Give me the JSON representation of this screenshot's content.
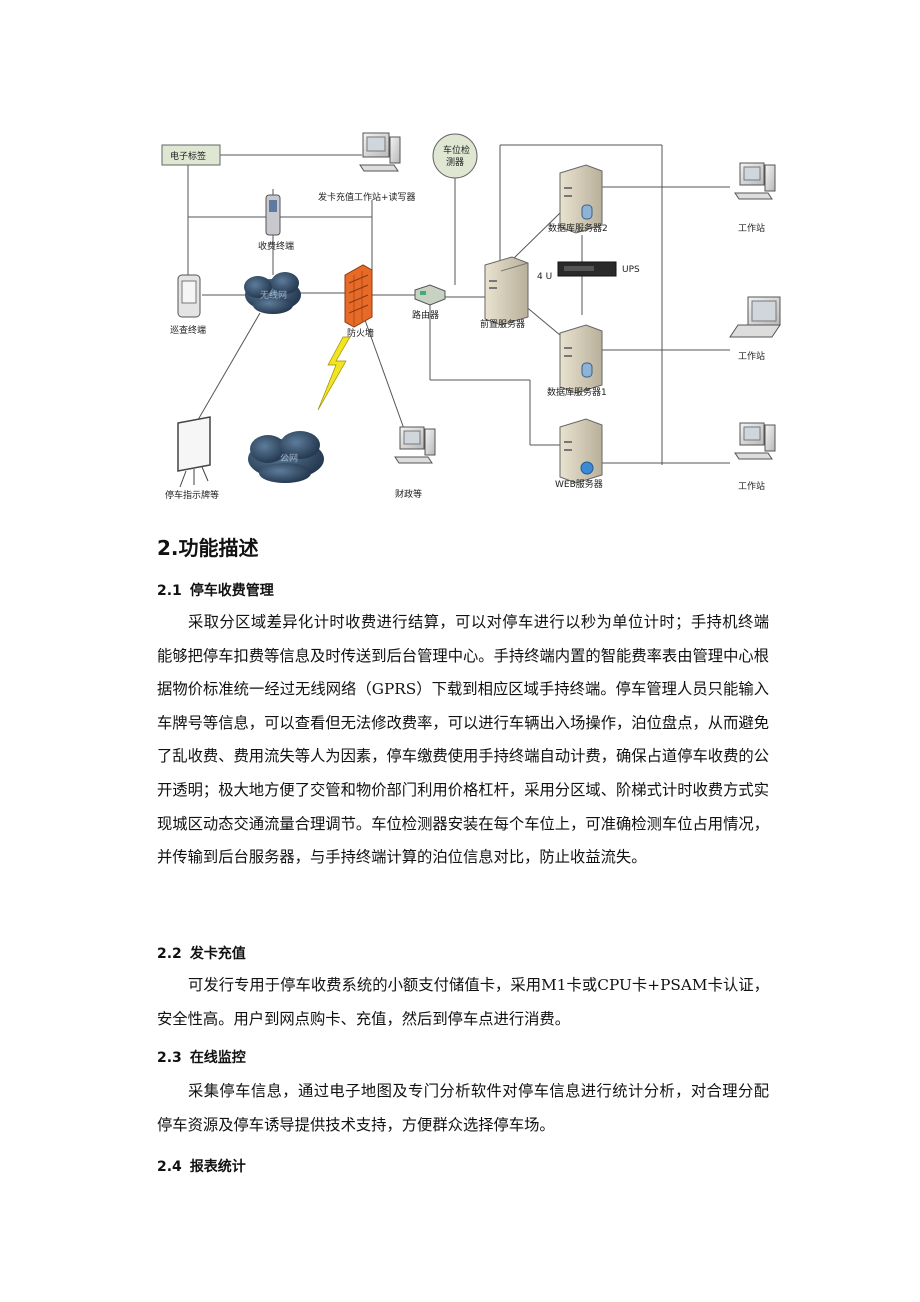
{
  "diagram": {
    "labels": {
      "e_tag": "电子标签",
      "card_station": "发卡充值工作站+读写器",
      "detector": "车位检\n测器",
      "charge_terminal": "收费终端",
      "patrol_terminal": "巡查终端",
      "cloud_left": "无线网",
      "firewall": "防火墙",
      "router": "路由器",
      "front_server": "前置服务器",
      "u4": "4 U",
      "db2": "数据库服务器2",
      "db1": "数据库服务器1",
      "ups": "UPS",
      "web": "WEB服务器",
      "ws1": "工作站",
      "ws2": "工作站",
      "ws3": "工作站",
      "sign": "停车指示牌等",
      "cloud_bottom": "公网",
      "finance": "财政等"
    }
  },
  "doc": {
    "section_title": "2.功能描述",
    "s1": {
      "num": "2.1",
      "title": "停车收费管理"
    },
    "p1": "采取分区域差异化计时收费进行结算，可以对停车进行以秒为单位计时；手持机终端能够把停车扣费等信息及时传送到后台管理中心。手持终端内置的智能费率表由管理中心根据物价标准统一经过无线网络（GPRS）下载到相应区域手持终端。停车管理人员只能输入车牌号等信息，可以查看但无法修改费率，可以进行车辆出入场操作，泊位盘点，从而避免了乱收费、费用流失等人为因素，停车缴费使用手持终端自动计费，确保占道停车收费的公开透明；极大地方便了交管和物价部门利用价格杠杆，采用分区域、阶梯式计时收费方式实现城区动态交通流量合理调节。车位检测器安装在每个车位上，可准确检测车位占用情况，并传输到后台服务器，与手持终端计算的泊位信息对比，防止收益流失。",
    "s2": {
      "num": "2.2",
      "title": "发卡充值"
    },
    "p2": "可发行专用于停车收费系统的小额支付储值卡，采用M1卡或CPU卡+PSAM卡认证，安全性高。用户到网点购卡、充值，然后到停车点进行消费。",
    "s3": {
      "num": "2.3",
      "title": "在线监控"
    },
    "p3": "采集停车信息，通过电子地图及专门分析软件对停车信息进行统计分析，对合理分配停车资源及停车诱导提供技术支持，方便群众选择停车场。",
    "s4": {
      "num": "2.4",
      "title": "报表统计"
    }
  }
}
